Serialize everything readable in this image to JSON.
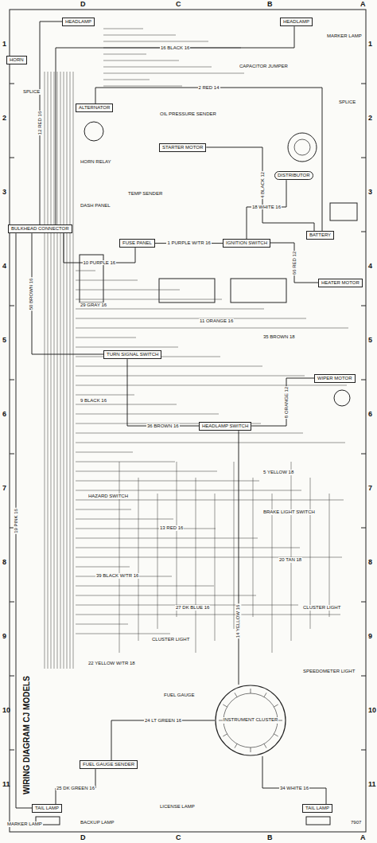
{
  "diagram": {
    "title": "WIRING DIAGRAM CJ MODELS",
    "nodes": [
      {
        "text": [
          "HEADLAMP"
        ]
      },
      {
        "text": [
          "HEADLAMP"
        ]
      },
      {
        "text": [
          "HORN"
        ]
      },
      {
        "text": [
          "ALTERNATOR"
        ]
      },
      {
        "text": [
          "STARTER MOTOR"
        ]
      },
      {
        "text": [
          "DISTRIBUTOR"
        ]
      },
      {
        "text": [
          "BATTERY"
        ]
      },
      {
        "text": [
          "BULKHEAD CONNECTOR"
        ]
      },
      {
        "text": [
          "FUSE PANEL"
        ]
      },
      {
        "text": [
          "IGNITION SWITCH"
        ]
      },
      {
        "text": [
          "HEATER MOTOR"
        ]
      },
      {
        "text": [
          "TURN SIGNAL SWITCH"
        ]
      },
      {
        "text": [
          "HEADLAMP SWITCH"
        ]
      },
      {
        "text": [
          "WIPER MOTOR"
        ]
      },
      {
        "text": [
          "INSTRUMENT CLUSTER"
        ]
      },
      {
        "text": [
          "FUEL GAUGE SENDER"
        ]
      },
      {
        "text": [
          "TAIL LAMP"
        ]
      },
      {
        "text": [
          "TAIL LAMP"
        ]
      }
    ],
    "edges": [
      {
        "from": 0,
        "to": 7,
        "label": "12 RED 16",
        "arrow": "none"
      },
      {
        "from": 1,
        "to": 7,
        "label": "16 BLACK 16",
        "arrow": "none"
      },
      {
        "from": 3,
        "to": 6,
        "label": "2 RED 14",
        "arrow": "none"
      },
      {
        "from": 4,
        "to": 6,
        "label": "4 BLACK 12",
        "arrow": "none"
      },
      {
        "from": 5,
        "to": 9,
        "label": "18 WHITE 16",
        "arrow": "none"
      },
      {
        "from": 7,
        "to": 8,
        "label": "10 PURPLE 16",
        "arrow": "none"
      },
      {
        "from": 8,
        "to": 9,
        "label": "1 PURPLE W/TR 16",
        "arrow": "none"
      },
      {
        "from": 9,
        "to": 10,
        "label": "66 RED 12",
        "arrow": "none"
      },
      {
        "from": 7,
        "to": 11,
        "label": "50 BROWN 16",
        "arrow": "none"
      },
      {
        "from": 11,
        "to": 12,
        "label": "36 BROWN 16",
        "arrow": "none"
      },
      {
        "from": 12,
        "to": 13,
        "label": "8 ORANGE 12",
        "arrow": "none"
      },
      {
        "from": 12,
        "to": 14,
        "label": "14 YELLOW 16",
        "arrow": "none"
      },
      {
        "from": 14,
        "to": 15,
        "label": "24 LT GREEN 16",
        "arrow": "none"
      },
      {
        "from": 15,
        "to": 16,
        "label": "25 DK GREEN 16",
        "arrow": "none"
      },
      {
        "from": 14,
        "to": 17,
        "label": "34 WHITE 16",
        "arrow": "none"
      },
      {
        "from": 7,
        "to": 16,
        "label": "19 PINK 16",
        "arrow": "none"
      }
    ],
    "labels": [
      "D",
      "C",
      "B",
      "A",
      "D",
      "C",
      "B",
      "A",
      "1",
      "2",
      "3",
      "4",
      "5",
      "6",
      "7",
      "8",
      "9",
      "10",
      "11",
      "1",
      "2",
      "3",
      "4",
      "5",
      "6",
      "7",
      "8",
      "9",
      "10",
      "11",
      "SPLICE",
      "SPLICE",
      "MARKER LAMP",
      "MARKER LAMP",
      "BACKUP LAMP",
      "CAPACITOR JUMPER",
      "TEMP SENDER",
      "OIL PRESSURE SENDER",
      "HORN RELAY",
      "DASH PANEL",
      "HAZARD SWITCH",
      "BRAKE LIGHT SWITCH",
      "SPEEDOMETER LIGHT",
      "CLUSTER LIGHT",
      "CLUSTER LIGHT",
      "FUEL GAUGE",
      "LICENSE LAMP",
      "7907",
      "29 GRAY 16",
      "11 ORANGE 16",
      "35 BROWN 18",
      "9 BLACK 16",
      "5 YELLOW 18",
      "13 RED 16",
      "20 TAN 18",
      "39 BLACK W/TR 16",
      "27 DK BLUE 16",
      "22 YELLOW W/TR 18"
    ]
  }
}
